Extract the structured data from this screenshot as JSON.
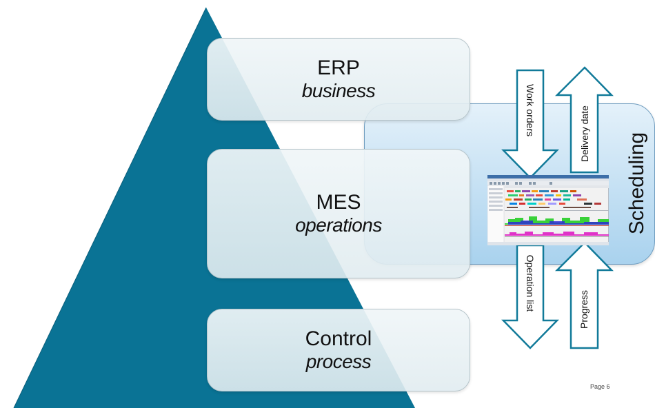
{
  "layers": [
    {
      "title": "ERP",
      "subtitle": "business"
    },
    {
      "title": "MES",
      "subtitle": "operations"
    },
    {
      "title": "Control",
      "subtitle": "process"
    }
  ],
  "scheduling": {
    "label": "Scheduling"
  },
  "arrows": {
    "work_orders": "Work orders",
    "delivery_date": "Delivery date",
    "operation_list": "Operation list",
    "progress": "Progress"
  },
  "colors": {
    "pyramid": "#0a7395",
    "panel": "#a9d2ee",
    "arrow_stroke": "#117a99"
  },
  "footer": {
    "page": "Page 6"
  }
}
